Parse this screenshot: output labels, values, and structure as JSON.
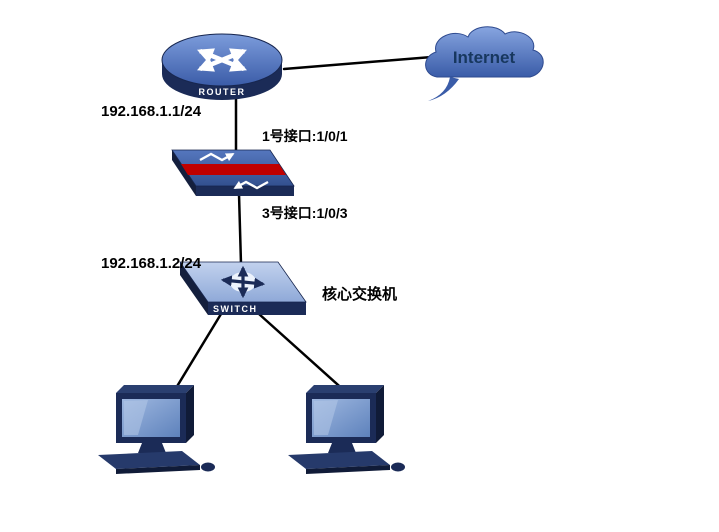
{
  "palette": {
    "navy": "#1B2B57",
    "device_blue": "#4C6FB8",
    "screen_blue": "#6E93CC",
    "cloud_blue": "#5578C0",
    "red_stripe": "#C00000",
    "line_black": "#000000",
    "internet_text": "#17375E"
  },
  "nodes": {
    "internet": {
      "label": "Internet"
    },
    "router": {
      "label": "ROUTER",
      "ip_label": "192.168.1.1/24"
    },
    "edge_switch": {
      "uplink_port_label": "1号接口:1/0/1",
      "downlink_port_label": "3号接口:1/0/3"
    },
    "core_switch": {
      "label": "SWITCH",
      "caption": "核心交换机",
      "ip_label": "192.168.1.2/24"
    }
  },
  "edges": [
    {
      "from": "router",
      "to": "internet"
    },
    {
      "from": "router",
      "to": "edge-switch"
    },
    {
      "from": "edge-switch",
      "to": "core-switch"
    },
    {
      "from": "core-switch",
      "to": "pc-left"
    },
    {
      "from": "core-switch",
      "to": "pc-right"
    }
  ]
}
